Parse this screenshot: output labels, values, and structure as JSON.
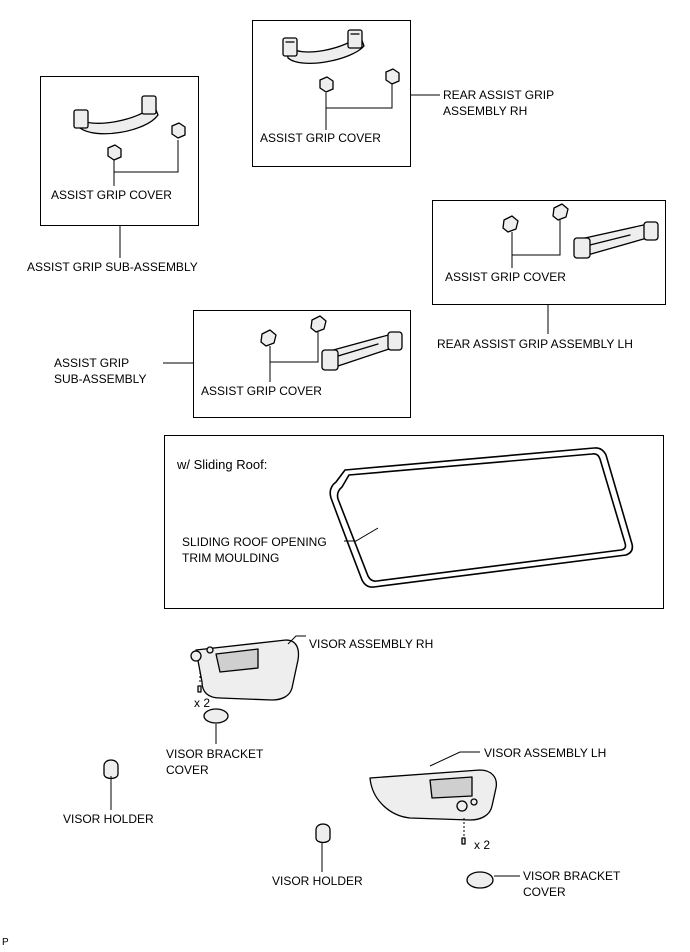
{
  "labels": {
    "rear_assist_grip_rh": [
      "REAR ASSIST GRIP",
      "ASSEMBLY RH"
    ],
    "assist_grip_cover": "ASSIST GRIP COVER",
    "assist_grip_sub_assembly": "ASSIST GRIP SUB-ASSEMBLY",
    "assist_grip_sub_assembly_split": [
      "ASSIST GRIP",
      "SUB-ASSEMBLY"
    ],
    "rear_assist_grip_lh": "REAR ASSIST GRIP ASSEMBLY LH",
    "sliding_roof_heading": "w/ Sliding Roof:",
    "sliding_roof_trim": [
      "SLIDING ROOF OPENING",
      "TRIM MOULDING"
    ],
    "visor_rh": "VISOR ASSEMBLY RH",
    "visor_lh": "VISOR ASSEMBLY LH",
    "qty_x2": "x 2",
    "visor_bracket_cover": [
      "VISOR BRACKET",
      "COVER"
    ],
    "visor_holder": "VISOR HOLDER",
    "corner_code": "P"
  }
}
